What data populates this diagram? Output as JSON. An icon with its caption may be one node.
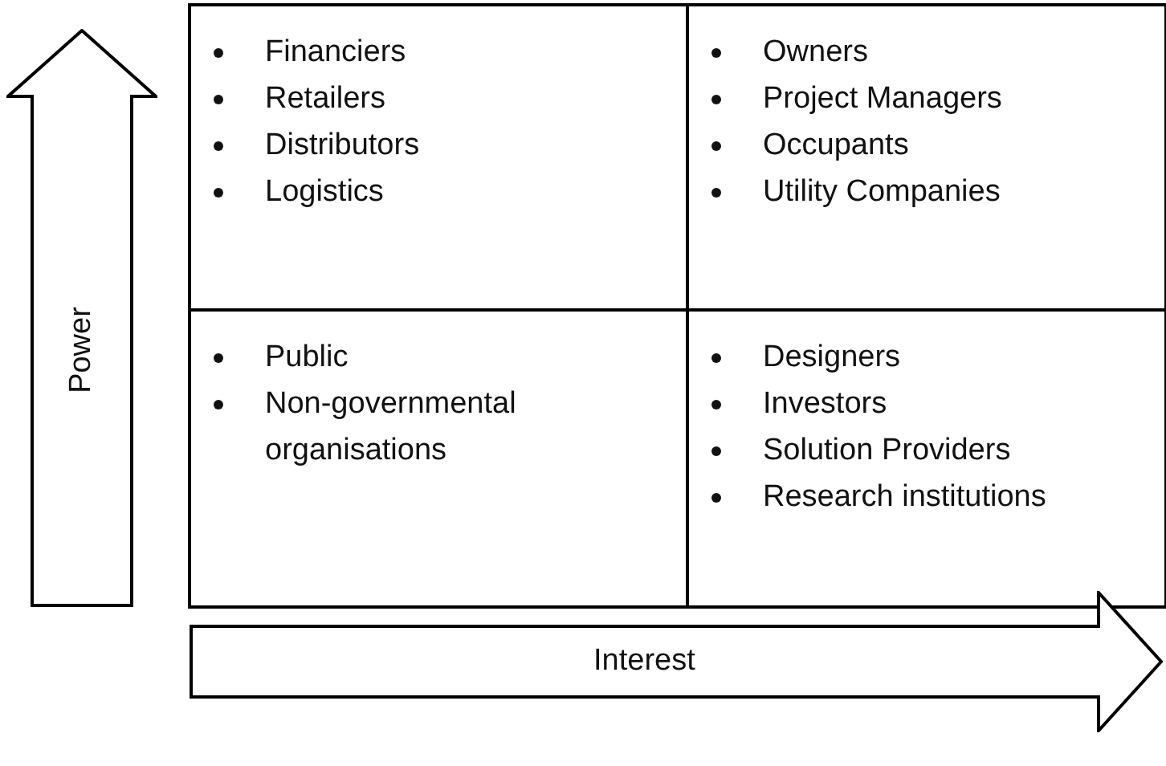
{
  "diagram": {
    "nodes": [
      {
        "text": [
          "Power"
        ]
      },
      {
        "text": [
          "Financiers",
          "Retailers",
          "Distributors",
          "Logistics"
        ]
      },
      {
        "text": [
          "Owners",
          "Project Managers",
          "Occupants",
          "Utility Companies"
        ]
      },
      {
        "text": [
          "Public",
          "Non-governmental organisations"
        ]
      },
      {
        "text": [
          "Designers",
          "Investors",
          "Solution Providers",
          "Research institutions"
        ]
      },
      {
        "text": [
          "Interest"
        ]
      }
    ],
    "edges": []
  }
}
